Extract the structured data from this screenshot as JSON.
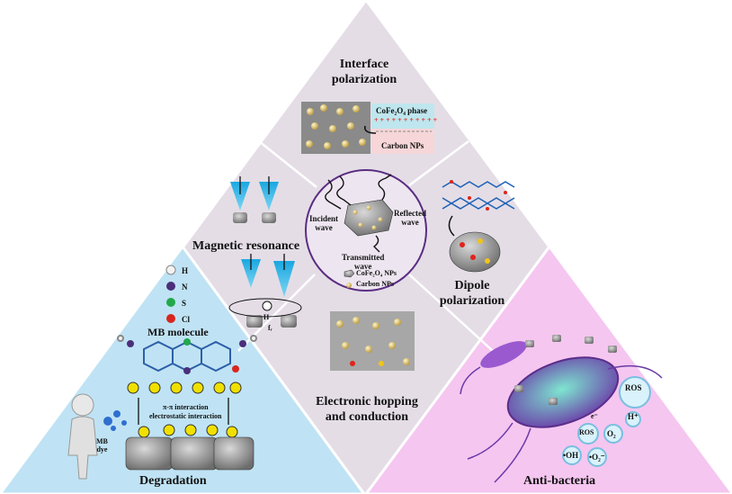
{
  "sections": {
    "interface": {
      "title_line1": "Interface",
      "title_line2": "polarization",
      "phase_label": "CoFe₂O₄ phase",
      "carbon_label": "Carbon NPs",
      "plus_row": "+ + + + + + + + + + +"
    },
    "magnetic": {
      "title": "Magnetic resonance",
      "h_label": "H",
      "f_label": "fᵣ"
    },
    "center": {
      "incident_line1": "Incident",
      "incident_line2": "wave",
      "reflected_line1": "Reflected",
      "reflected_line2": "wave",
      "transmitted_line1": "Transmitted",
      "transmitted_line2": "wave",
      "legend_cofe": "CoFe₂O₄ NPs",
      "legend_carbon": "Carbon NPs"
    },
    "dipole": {
      "title_line1": "Dipole",
      "title_line2": "polarization"
    },
    "electronic": {
      "title_line1": "Electronic hopping",
      "title_line2": "and conduction"
    },
    "degradation": {
      "title": "Degradation",
      "molecule_title": "MB molecule",
      "legend": [
        "H",
        "N",
        "S",
        "Cl"
      ],
      "interaction_line1": "π-π interaction",
      "interaction_line2": "electrostatic  interaction",
      "dye_label_line1": "MB",
      "dye_label_line2": "dye"
    },
    "antibacteria": {
      "title": "Anti-bacteria",
      "ros_big": "ROS",
      "ros_small": "ROS",
      "h_plus": "H⁺",
      "o2": "O₂",
      "oh": "•OH",
      "o2_radical": "•O₂⁻",
      "electron": "e⁻"
    }
  },
  "colors": {
    "top_triangle": "#e4dde6",
    "left_triangle": "#bfe3f4",
    "right_triangle": "#f5c6f0",
    "center_circle_edge": "#5b2d82",
    "cone_blue": "#29b6e6",
    "phase_box": "#bfe6ee",
    "carbon_box": "#f6d6d8",
    "plus_red": "#e0241b",
    "bacteria_purple": "#9b59d0"
  }
}
